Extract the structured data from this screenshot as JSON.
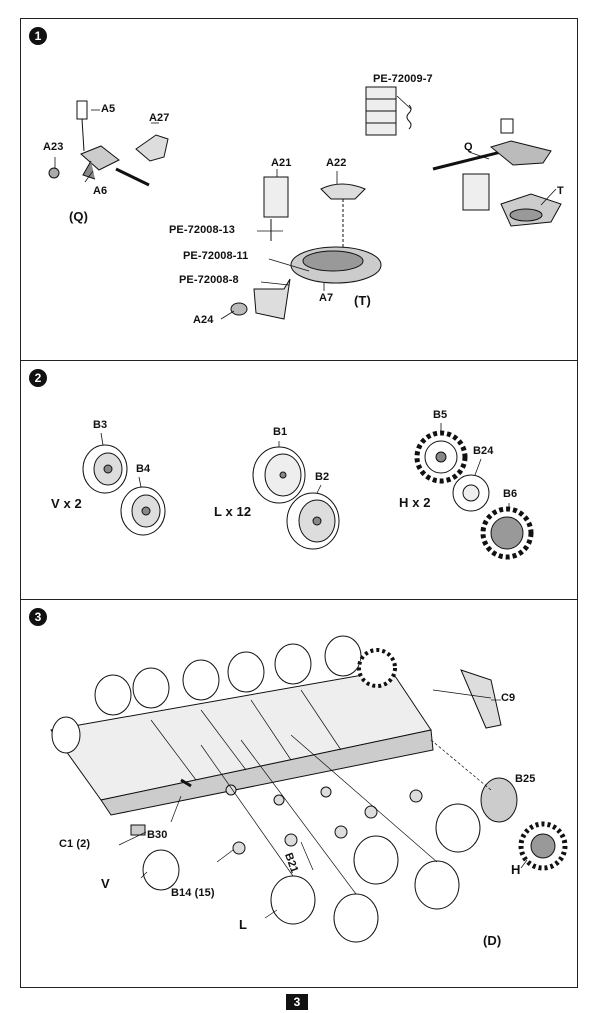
{
  "steps": [
    {
      "number": "1",
      "labels": {
        "a5": "A5",
        "a27": "A27",
        "a23": "A23",
        "a6": "A6",
        "q_group": "(Q)",
        "pe_72009_7": "PE-72009-7",
        "q": "Q",
        "t": "T",
        "a21": "A21",
        "a22": "A22",
        "pe_72008_13": "PE-72008-13",
        "pe_72008_11": "PE-72008-11",
        "pe_72008_8": "PE-72008-8",
        "a7": "A7",
        "t_group": "(T)",
        "a24": "A24"
      }
    },
    {
      "number": "2",
      "labels": {
        "b3": "B3",
        "b4": "B4",
        "v_count": "V x 2",
        "b1": "B1",
        "b2": "B2",
        "l_count": "L x 12",
        "b5": "B5",
        "b24": "B24",
        "h_count": "H x 2",
        "b6": "B6"
      }
    },
    {
      "number": "3",
      "labels": {
        "c9": "C9",
        "b25": "B25",
        "c1": "C1 (2)",
        "b30": "B30",
        "v": "V",
        "b14": "B14 (15)",
        "b21": "B21",
        "l": "L",
        "h": "H",
        "d_group": "(D)"
      }
    }
  ],
  "page_number": "3"
}
